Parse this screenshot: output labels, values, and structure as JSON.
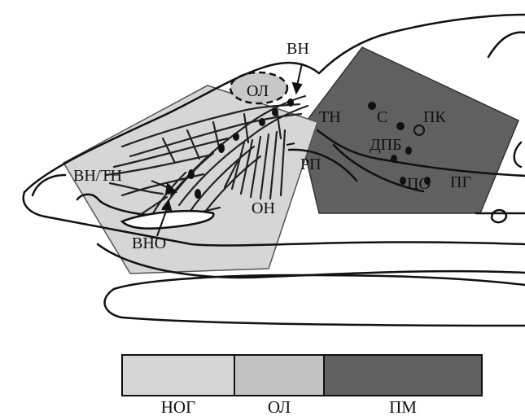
{
  "diagram": {
    "colors": {
      "nog_region": "#d6d6d6",
      "ol_region": "#c2c2c2",
      "pm_region": "#606060",
      "outline": "#111111"
    },
    "labels": {
      "vn": "ВН",
      "ol": "ОЛ",
      "tn": "ТН",
      "s": "С",
      "pk": "ПК",
      "dpb": "ДПБ",
      "rp": "РП",
      "vn_tn": "ВН/ТН",
      "on": "ОН",
      "vno": "ВНО",
      "po": "ПО",
      "pg": "ПГ"
    }
  },
  "legend": {
    "items": [
      {
        "label": "НОГ",
        "color": "#d6d6d6"
      },
      {
        "label": "ОЛ",
        "color": "#c2c2c2"
      },
      {
        "label": "ПМ",
        "color": "#606060"
      }
    ]
  }
}
